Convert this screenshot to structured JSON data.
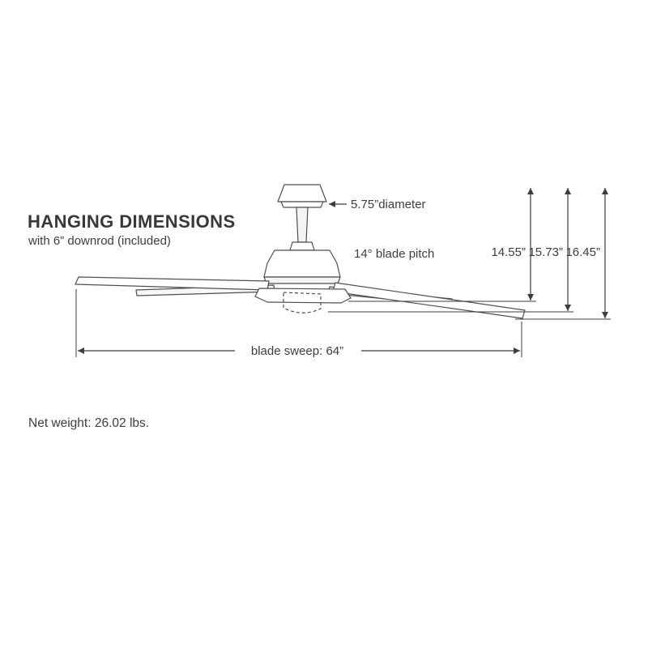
{
  "header": {
    "title": "HANGING DIMENSIONS",
    "subtitle": "with 6” downrod (included)"
  },
  "labels": {
    "diameter": "5.75”diameter",
    "blade_pitch": "14° blade pitch",
    "height_small": "14.55”",
    "height_mid": "15.73”",
    "height_large": "16.45”",
    "blade_sweep": "blade sweep: 64”"
  },
  "footer": {
    "net_weight": "Net weight: 26.02 lbs."
  },
  "colors": {
    "ink": "#3d3d3d",
    "outline": "#4f4f4f",
    "background": "#ffffff"
  }
}
